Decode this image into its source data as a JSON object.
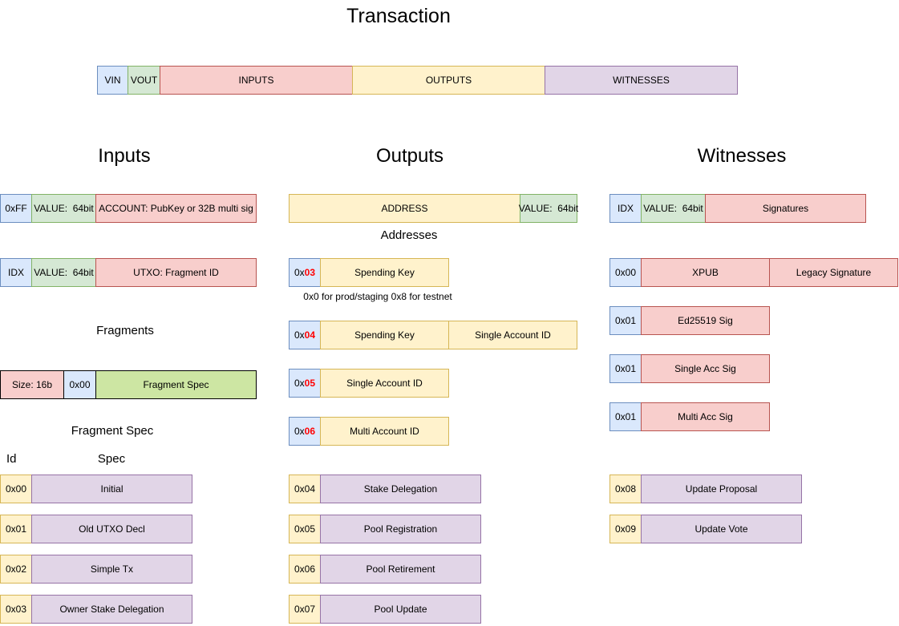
{
  "title": "Transaction",
  "palette": {
    "blue_fill": "#dae8fc",
    "blue_stroke": "#6c8ebf",
    "green_fill": "#d5e8d4",
    "green_stroke": "#82b366",
    "red_fill": "#f8cecc",
    "red_stroke": "#b85450",
    "yellow_fill": "#fff2cc",
    "yellow_stroke": "#d6b656",
    "purple_fill": "#e1d5e7",
    "purple_stroke": "#9673a6",
    "lime_fill": "#cde6a3",
    "black_stroke": "#000000",
    "highlight_red": "#ff0000"
  },
  "transaction_bar": {
    "vin": "VIN",
    "vout": "VOUT",
    "inputs": "INPUTS",
    "outputs": "OUTPUTS",
    "witnesses": "WITNESSES"
  },
  "inputs": {
    "heading": "Inputs",
    "account_row": {
      "idx": "0xFF",
      "value": "VALUE:  64bit",
      "account": "ACCOUNT: PubKey or 32B multi sig"
    },
    "utxo_row": {
      "idx": "IDX",
      "value": "VALUE:  64bit",
      "utxo": "UTXO: Fragment ID"
    },
    "fragments_heading": "Fragments",
    "fragment_row": {
      "size": "Size: 16b",
      "tag": "0x00",
      "spec": "Fragment Spec"
    },
    "fragment_spec_heading": "Fragment Spec",
    "id_col_label": "Id",
    "spec_col_label": "Spec",
    "fragment_types": [
      {
        "id": "0x00",
        "label": "Initial"
      },
      {
        "id": "0x01",
        "label": "Old UTXO Decl"
      },
      {
        "id": "0x02",
        "label": "Simple Tx"
      },
      {
        "id": "0x03",
        "label": "Owner Stake Delegation"
      }
    ]
  },
  "outputs": {
    "heading": "Outputs",
    "address_row": {
      "address": "ADDRESS",
      "value": "VALUE:  64bit"
    },
    "addresses_heading": "Addresses",
    "discriminant_note": "0x0 for prod/staging 0x8 for testnet",
    "address_types": [
      {
        "prefix": "0x",
        "num": "03",
        "cell1": "Spending Key"
      },
      {
        "prefix": "0x",
        "num": "04",
        "cell1": "Spending Key",
        "cell2": "Single Account ID"
      },
      {
        "prefix": "0x",
        "num": "05",
        "cell1": "Single Account ID"
      },
      {
        "prefix": "0x",
        "num": "06",
        "cell1": "Multi Account ID"
      }
    ],
    "payload_types": [
      {
        "id": "0x04",
        "label": "Stake Delegation"
      },
      {
        "id": "0x05",
        "label": "Pool Registration"
      },
      {
        "id": "0x06",
        "label": "Pool Retirement"
      },
      {
        "id": "0x07",
        "label": "Pool Update"
      }
    ]
  },
  "witnesses": {
    "heading": "Witnesses",
    "witness_row": {
      "idx": "IDX",
      "value": "VALUE:  64bit",
      "sig": "Signatures"
    },
    "legacy_row": {
      "id": "0x00",
      "xpub": "XPUB",
      "sig": "Legacy Signature"
    },
    "sig_types": [
      {
        "id": "0x01",
        "label": "Ed25519 Sig"
      },
      {
        "id": "0x01",
        "label": "Single Acc Sig"
      },
      {
        "id": "0x01",
        "label": "Multi Acc Sig"
      }
    ],
    "update_types": [
      {
        "id": "0x08",
        "label": "Update Proposal"
      },
      {
        "id": "0x09",
        "label": "Update Vote"
      }
    ]
  }
}
